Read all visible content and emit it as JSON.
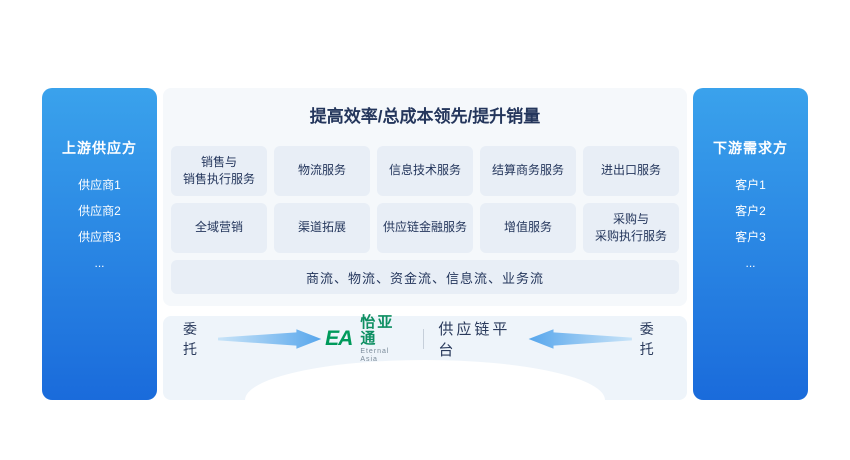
{
  "diagram": {
    "title": "提高效率/总成本领先/提升销量",
    "left_panel": {
      "title": "上游供应方",
      "items": [
        "供应商1",
        "供应商2",
        "供应商3",
        "..."
      ]
    },
    "right_panel": {
      "title": "下游需求方",
      "items": [
        "客户1",
        "客户2",
        "客户3",
        "..."
      ]
    },
    "services": {
      "row1": [
        "销售与\n销售执行服务",
        "物流服务",
        "信息技术服务",
        "结算商务服务",
        "进出口服务"
      ],
      "row2": [
        "全域营销",
        "渠道拓展",
        "供应链金融服务",
        "增值服务",
        "采购与\n采购执行服务"
      ]
    },
    "flows_bar": "商流、物流、资金流、信息流、业务流",
    "bottom": {
      "left_delegate": "委托",
      "right_delegate": "委托",
      "logo_mark": "EA",
      "logo_brand": "怡亚通",
      "logo_sub": "Eternal Asia",
      "platform": "供应链平台"
    },
    "colors": {
      "panel_gradient_top": "#3AA2EC",
      "panel_gradient_bottom": "#1A6BDB",
      "center_bg": "#F5F8FB",
      "tile_bg": "#E8EEF6",
      "text_dark": "#24365C",
      "brand_green": "#009A5B",
      "arrow_light": "#C9E4F8",
      "arrow_dark": "#57A6EC"
    }
  }
}
